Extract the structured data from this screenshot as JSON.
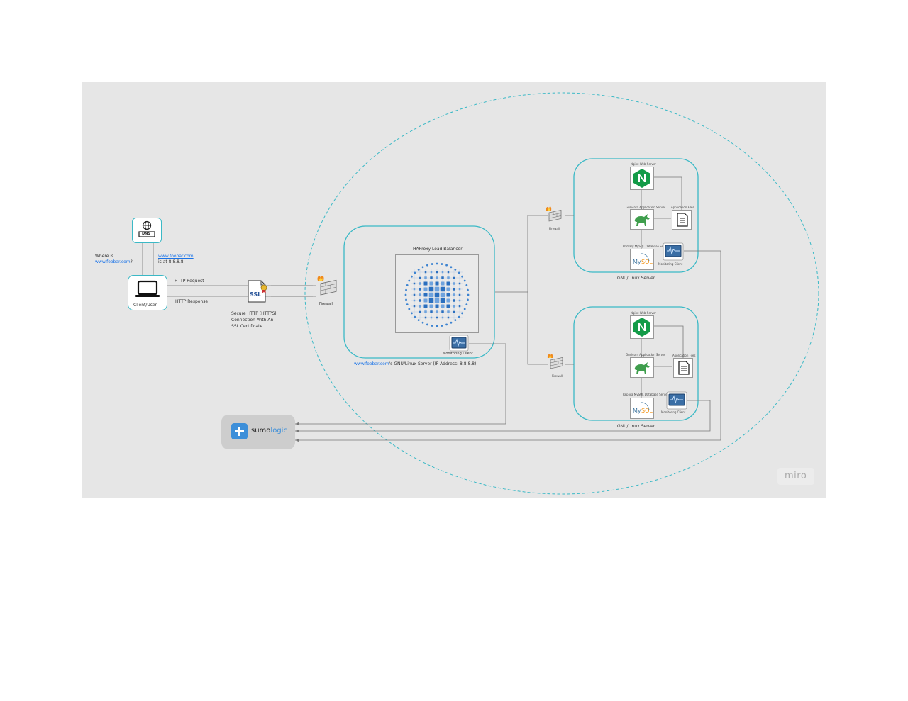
{
  "client": {
    "label": "Client/User",
    "question_prefix": "Where is",
    "question_domain": "www.foobar.com",
    "question_suffix": "?",
    "answer_domain": "www.foobar.com",
    "answer_ip": "is at 8.8.8.8",
    "dns_badge": "DNS"
  },
  "connection": {
    "request": "HTTP Request",
    "response": "HTTP Response",
    "ssl_label": "SSL",
    "ssl_caption_1": "Secure HTTP (HTTPS)",
    "ssl_caption_2": "Connection With An",
    "ssl_caption_3": "SSL Certificate"
  },
  "load_balancer_server": {
    "title": "HAProxy Load Balancer",
    "monitoring": "Monitoring Client",
    "firewall": "Firewall",
    "caption_domain": "www.foobar.com",
    "caption_rest": "'s GNU/Linux Server (IP Address: 8.8.8.8)"
  },
  "servers": [
    {
      "label": "GNU/Linux Server",
      "firewall": "Firewall",
      "nginx": "Nginx Web Server",
      "app": "Gunicorn Application Server",
      "files": "Application Files",
      "db": "Primary MySQL Database Server",
      "monitoring": "Monitoring Client"
    },
    {
      "label": "GNU/Linux Server",
      "firewall": "Firewall",
      "nginx": "Nginx Web Server",
      "app": "Gunicorn Application Server",
      "files": "Application Files",
      "db": "Replica MySQL Database Server",
      "monitoring": "Monitoring Client"
    }
  ],
  "sumologic": {
    "name_a": "sumo",
    "name_b": "logic"
  },
  "watermark": "miro",
  "colors": {
    "board": "#e6e6e6",
    "teal": "#3bb9c6",
    "link": "#1a73e8",
    "nginx": "#139b48",
    "gunicorn": "#3f9e4d",
    "haproxy": "#2a6fbf",
    "sumo": "#3d8fd9"
  }
}
